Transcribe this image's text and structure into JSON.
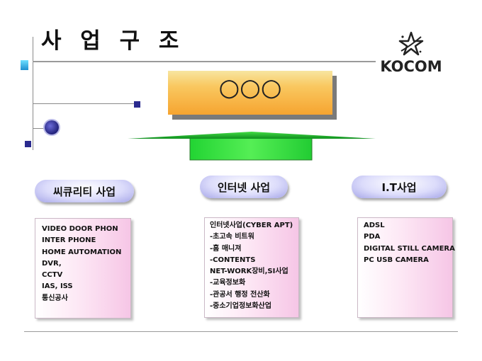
{
  "slide": {
    "title": "사 업 구 조",
    "logo": {
      "text": "KOCOM",
      "icon": "star-swirl-icon"
    },
    "top_box": {
      "text": "○○○"
    },
    "divisions": [
      {
        "label": "씨큐리티 사업",
        "items": [
          "VIDEO DOOR PHON",
          "INTER PHONE",
          "HOME AUTOMATION",
          "DVR,",
          "CCTV",
          "IAS, ISS",
          "통신공사"
        ]
      },
      {
        "label": "인터넷 사업",
        "items": [
          "인터넷사업(CYBER APT)",
          "-초고속 비트워",
          "-홈 매니져",
          "-CONTENTS",
          "NET-WORK장비,SI사업",
          "-교육정보화",
          "-관공서 행정 전산화",
          "-중소기업정보화산업"
        ]
      },
      {
        "label": "I.T사업",
        "items": [
          "ADSL",
          "PDA",
          "DIGITAL STILL CAMERA",
          "PC USB CAMERA"
        ]
      }
    ],
    "colors": {
      "top_box_gradient": [
        "#f7e5a0",
        "#f6a430"
      ],
      "pillar": "#22cc33",
      "pill": "#dcdcfb",
      "card": "#f6c6e6",
      "accent_square": "#2a2a8e",
      "accent_cyan": "#1d8fd0"
    }
  }
}
